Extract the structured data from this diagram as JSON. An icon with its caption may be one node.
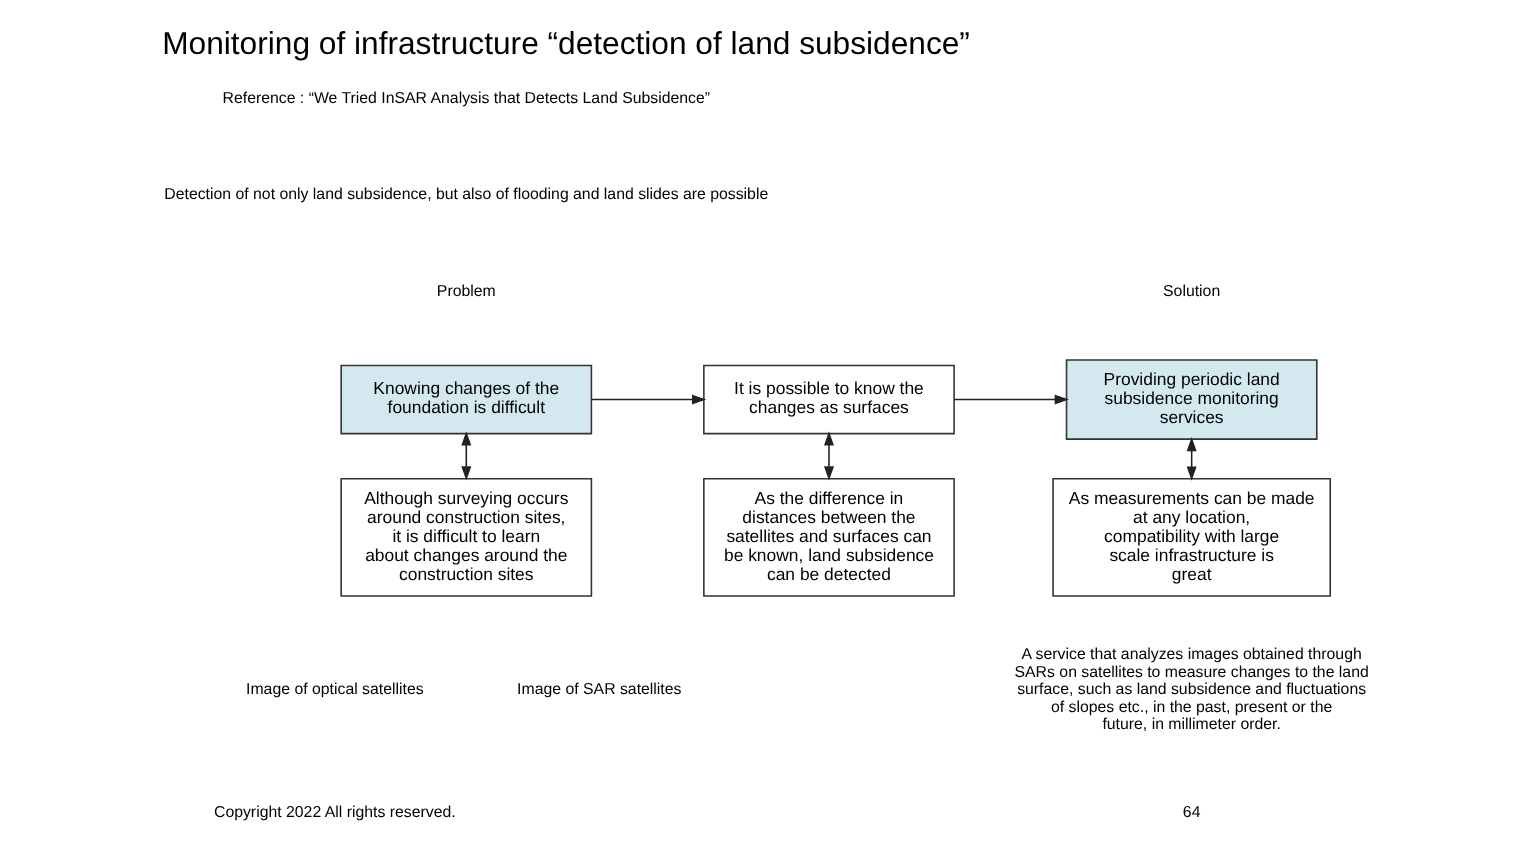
{
  "diagram": {
    "title": "Monitoring of infrastructure “detection of land subsidence”",
    "nodes": [
      {
        "text": [
          "Knowing changes of the foundation is difficult"
        ]
      },
      {
        "text": [
          "Although surveying occurs around construction sites, it is difficult to learn about changes around the construction sites"
        ]
      },
      {
        "text": [
          "It is possible to know the changes as surfaces"
        ]
      },
      {
        "text": [
          "As the difference in distances between the satellites and surfaces can be known, land subsidence can be detected"
        ]
      },
      {
        "text": [
          "Providing periodic land subsidence monitoring services"
        ]
      },
      {
        "text": [
          "As measurements can be made at any location, compatibility with large scale infrastructure is great"
        ]
      }
    ],
    "edges": [
      {
        "from": 0,
        "to": 2,
        "arrow": "to"
      },
      {
        "from": 2,
        "to": 4,
        "arrow": "to"
      },
      {
        "from": 0,
        "to": 1,
        "arrow": "both"
      },
      {
        "from": 2,
        "to": 3,
        "arrow": "both"
      },
      {
        "from": 4,
        "to": 5,
        "arrow": "both"
      }
    ],
    "labels": [
      "Reference : “We Tried InSAR Analysis that Detects Land Subsidence”",
      "Detection of not only land subsidence, but also of flooding and land slides are possible",
      "Problem",
      "Solution",
      "Image of optical satellites",
      "Image of SAR satellites",
      "A service that analyzes images obtained through SARs on satellites to measure changes to the land surface, such as land subsidence and fluctuations of slopes etc., in the past, present or the future, in millimeter order.",
      "Copyright 2022 All rights reserved.",
      "64"
    ]
  }
}
